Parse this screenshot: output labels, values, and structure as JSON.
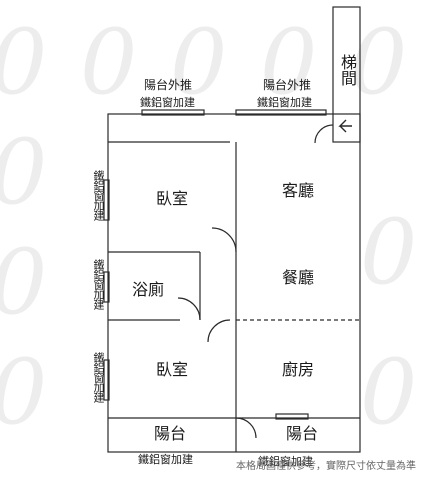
{
  "plan": {
    "rooms": {
      "bedroom_top": "臥室",
      "living_room": "客廳",
      "bathroom": "浴廁",
      "dining_room": "餐廳",
      "bedroom_bottom": "臥室",
      "kitchen": "廚房",
      "balcony_left": "陽台",
      "balcony_right": "陽台"
    },
    "stairwell": "梯間",
    "notes": {
      "push_out_left": "陽台外推",
      "push_out_right": "陽台外推",
      "window_top_left": "鐵鋁窗加建",
      "window_top_right": "鐵鋁窗加建",
      "window_left_1": "鐵鋁窗加建",
      "window_left_2": "鐵鋁窗加建",
      "window_left_3": "鐵鋁窗加建",
      "window_bottom_left": "鐵鋁窗加建",
      "window_bottom_right": "鐵鋁窗加建"
    },
    "disclaimer": "本格局圖僅供參考，實際尺寸依丈量為準",
    "colors": {
      "wall": "#2a2a2a",
      "fill": "#ffffff",
      "watermark": "#ededed"
    }
  }
}
